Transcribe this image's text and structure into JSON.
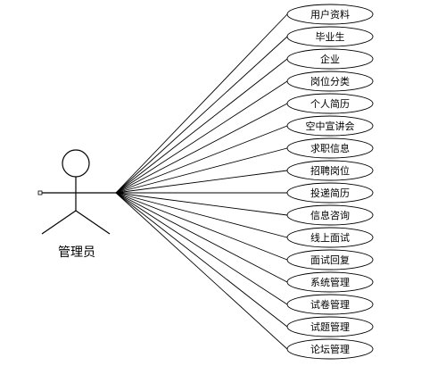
{
  "actor": {
    "name": "管理员"
  },
  "use_cases": [
    "用户资料",
    "毕业生",
    "企业",
    "岗位分类",
    "个人简历",
    "空中宣讲会",
    "求职信息",
    "招聘岗位",
    "投递简历",
    "信息咨询",
    "线上面试",
    "面试回复",
    "系统管理",
    "试卷管理",
    "试题管理",
    "论坛管理"
  ]
}
